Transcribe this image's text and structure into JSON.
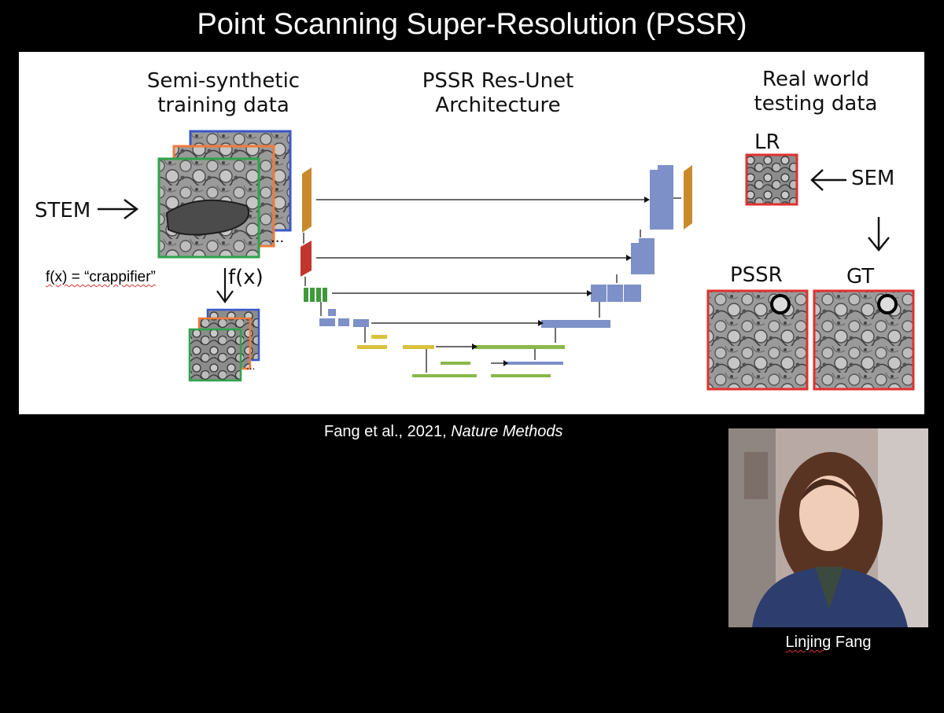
{
  "slide": {
    "title": "Point Scanning Super-Resolution (PSSR)",
    "citation_authors": "Fang et al., 2021, ",
    "citation_journal": "Nature Methods",
    "person_first_name": "Linjing",
    "person_last_name": "Fang"
  },
  "figure": {
    "training_heading_line1": "Semi-synthetic",
    "training_heading_line2": "training data",
    "architecture_heading_line1": "PSSR Res-Unet",
    "architecture_heading_line2": "Architecture",
    "testing_heading_line1": "Real world",
    "testing_heading_line2": "testing data",
    "stem_label": "STEM",
    "crappifier_label": "f(x) = “crappifier”",
    "fx_label": "f(x)",
    "lr_label": "LR",
    "sem_label": "SEM",
    "pssr_label": "PSSR",
    "gt_label": "GT",
    "ellipsis": "..."
  },
  "colors": {
    "frame_blue": "#3b57c8",
    "frame_orange": "#f07a3a",
    "frame_green": "#2fa34a",
    "frame_red": "#e0312f",
    "block_blue": "#7d90c7",
    "block_orange": "#c98a2e",
    "block_red": "#c2352e",
    "block_green": "#3e9a3a",
    "block_yellow": "#d8c23c",
    "block_lime": "#8ab84a"
  }
}
